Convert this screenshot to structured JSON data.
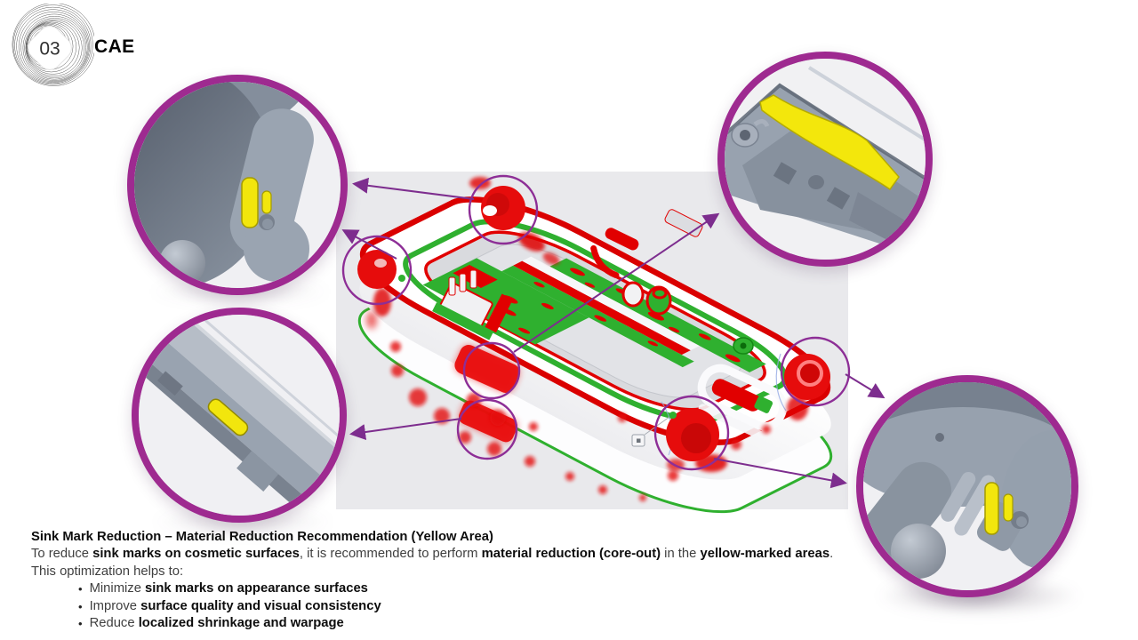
{
  "slide": {
    "number": "03",
    "title": "CAE"
  },
  "colors": {
    "accent_purple": "#9e2a90",
    "arrow_purple": "#7d2d8e",
    "marker_purple": "#8d2e96",
    "highlight_yellow": "#f2e60d",
    "sink_mark_red": "#e10000",
    "ok_green": "#2fb02f",
    "stage_gray": "#e9e9ec",
    "cad_gray": "#9aa3b0"
  },
  "annotations": {
    "callouts": [
      "lug-zoom-top-left",
      "rail-blade-zoom-top-right",
      "rail-slot-zoom-bottom-left",
      "lug-zoom-bottom-right"
    ],
    "marker_circles": [
      "back-boss",
      "left-boss",
      "mid-rail",
      "front-left-wall",
      "front-boss",
      "right-boss"
    ]
  },
  "text_block": {
    "heading": "Sink Mark Reduction – Material Reduction Recommendation (Yellow Area)",
    "line2_runs": [
      {
        "t": "To reduce ",
        "b": false
      },
      {
        "t": "sink marks on cosmetic surfaces",
        "b": true
      },
      {
        "t": ", it is recommended to perform ",
        "b": false
      },
      {
        "t": "material reduction (core-out)",
        "b": true
      },
      {
        "t": " in the ",
        "b": false
      },
      {
        "t": "yellow-marked areas",
        "b": true
      },
      {
        "t": ".",
        "b": false
      }
    ],
    "line3": "This optimization helps to:",
    "bullet_char": "•",
    "bullets": [
      [
        {
          "t": "Minimize ",
          "b": false
        },
        {
          "t": "sink marks on appearance surfaces",
          "b": true
        }
      ],
      [
        {
          "t": "Improve ",
          "b": false
        },
        {
          "t": "surface quality and visual consistency",
          "b": true
        }
      ],
      [
        {
          "t": "Reduce ",
          "b": false
        },
        {
          "t": "localized shrinkage and warpage",
          "b": true
        }
      ]
    ]
  }
}
